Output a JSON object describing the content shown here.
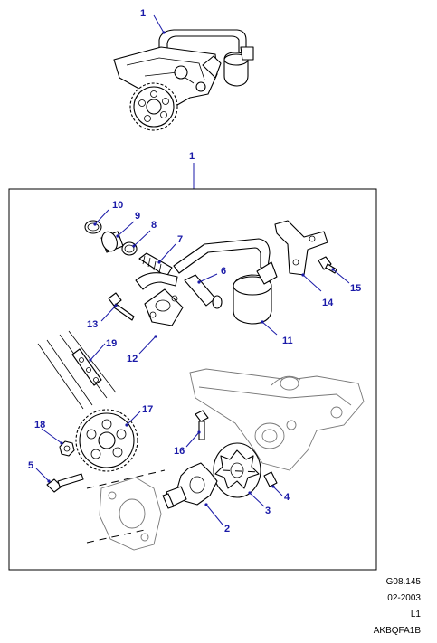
{
  "callouts": {
    "top_assembly": "1",
    "frame_assembly": "1",
    "c2": "2",
    "c3": "3",
    "c4": "4",
    "c5": "5",
    "c6": "6",
    "c7": "7",
    "c8": "8",
    "c9": "9",
    "c10": "10",
    "c11": "11",
    "c12": "12",
    "c13": "13",
    "c14": "14",
    "c15": "15",
    "c16": "16",
    "c17": "17",
    "c18": "18",
    "c19": "19"
  },
  "reference": {
    "page": "G08.145",
    "date": "02-2003",
    "variant": "L1",
    "code": "AKBQFA1B"
  },
  "colors": {
    "callout": "#1a1aa8",
    "line": "#000000",
    "ghost": "#777777"
  }
}
